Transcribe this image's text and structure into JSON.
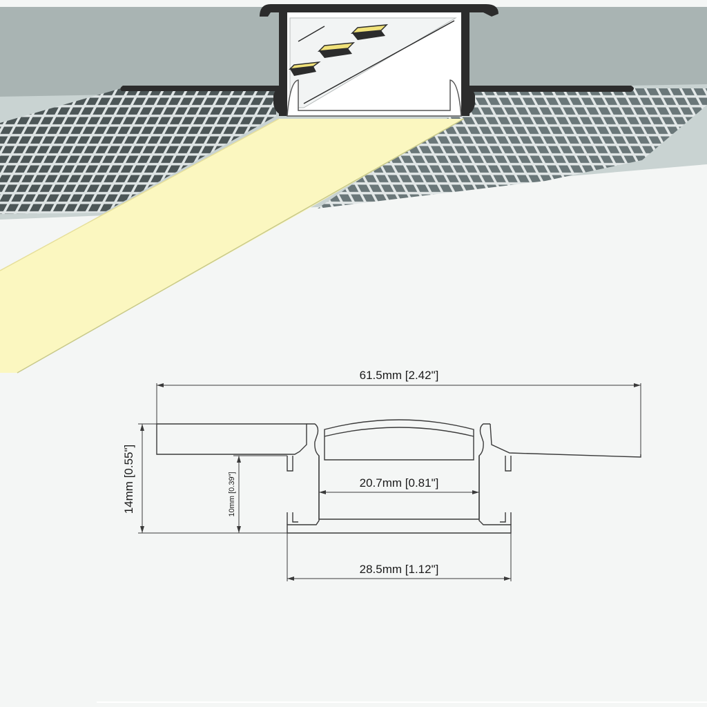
{
  "colors": {
    "ceiling_gray": "#a9b4b3",
    "plaster_light": "#c6d0cf",
    "background": "#f4f6f5",
    "light_beam": "#fbf7c0",
    "led_chip": "#f1e27a",
    "profile_dark": "#2c2c2c",
    "mesh_cell": "#4a5556",
    "dimension_line": "#3a3a3a"
  },
  "dimensions": {
    "overall_width": "61.5mm [2.42\"]",
    "inner_width": "20.7mm [0.81\"]",
    "body_width": "28.5mm [1.12\"]",
    "overall_height": "14mm [0.55\"]",
    "body_height": "10mm [0.39\"]"
  }
}
